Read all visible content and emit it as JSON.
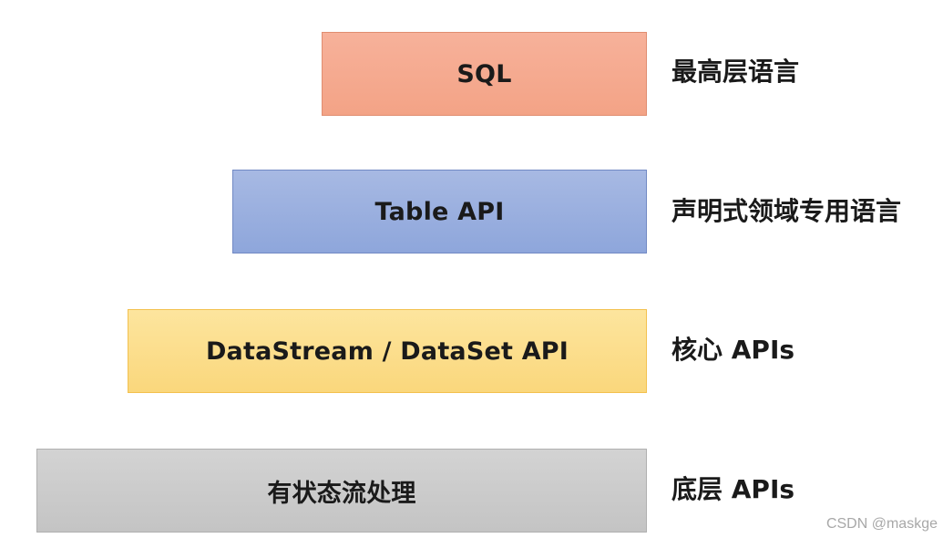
{
  "layers": [
    {
      "label": "SQL",
      "description": "最高层语言",
      "color": "#f5a98f"
    },
    {
      "label": "Table API",
      "description": "声明式领域专用语言",
      "color": "#9bb0df"
    },
    {
      "label": "DataStream / DataSet API",
      "description": "核心 APIs",
      "color": "#fbdd88"
    },
    {
      "label": "有状态流处理",
      "description": "底层 APIs",
      "color": "#cbcbcb"
    }
  ],
  "watermark": "CSDN @maskge"
}
